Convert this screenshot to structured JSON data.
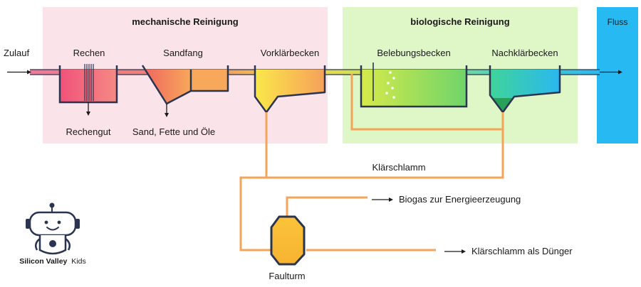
{
  "sections": {
    "mechanical": {
      "title": "mechanische Reinigung"
    },
    "biological": {
      "title": "biologische Reinigung"
    },
    "river": {
      "title": "Fluss"
    }
  },
  "inflow": {
    "label": "Zulauf"
  },
  "stages": {
    "rechen": {
      "label": "Rechen",
      "output": "Rechengut"
    },
    "sandfang": {
      "label": "Sandfang",
      "output": "Sand, Fette und Öle"
    },
    "vorklaerbecken": {
      "label": "Vorklärbecken"
    },
    "belebungsbecken": {
      "label": "Belebungsbecken"
    },
    "nachklaerbecken": {
      "label": "Nachklärbecken"
    }
  },
  "sludge": {
    "label": "Klärschlamm",
    "digester": "Faulturm",
    "biogas_output": "Biogas zur Energieerzeugung",
    "fertilizer_output": "Klärschlamm als Dünger"
  },
  "logo": {
    "name_part1": "Silicon Valley",
    "name_part2": "Kids"
  },
  "colors": {
    "mechanical_bg": "#fbe3ea",
    "biological_bg": "#dff6c7",
    "river": "#27baf2",
    "sludge_line": "#f5a55a",
    "outline": "#2b3550",
    "pipe": "#f08aa0"
  }
}
